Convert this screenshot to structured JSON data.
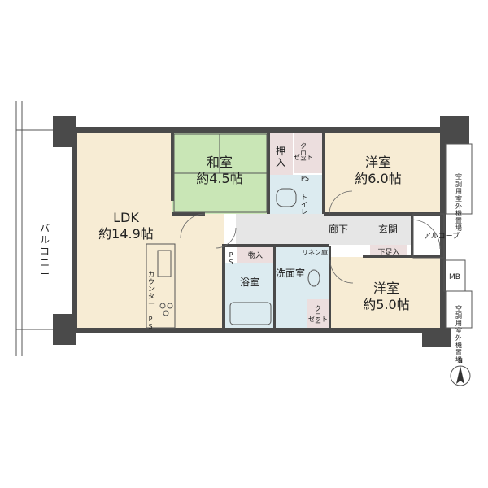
{
  "rooms": {
    "ldk": {
      "name": "LDK",
      "area": "約14.9帖"
    },
    "washitsu": {
      "name": "和室",
      "area": "約4.5帖"
    },
    "yoshitsu_north": {
      "name": "洋室",
      "area": "約6.0帖"
    },
    "yoshitsu_south": {
      "name": "洋室",
      "area": "約5.0帖"
    },
    "oshiire": "押入",
    "closet_north": [
      "クロー",
      "ゼット"
    ],
    "closet_south": [
      "クロー",
      "ゼット"
    ],
    "toilet": "トイレ",
    "corridor": "廊下",
    "genkan": "玄関",
    "shitaashiire": "下足入",
    "alcove": "アルコーブ",
    "monoire": "物入",
    "bathroom": "浴室",
    "senmenshitsu": "洗面室",
    "linen": "リネン庫",
    "counter": "カウンター",
    "mb": "MB",
    "ps": "PS",
    "balcony": "バルコニー"
  },
  "outdoor_units": {
    "north": "空調用室外機置場",
    "south": "空調用室外機置場"
  },
  "compass": {
    "label": "N"
  },
  "colors": {
    "ldk_floor": "#f7ecd4",
    "washitsu_floor": "#c9e6b6",
    "yoshitsu_floor": "#f7ecd4",
    "wet_area": "#dcebf0",
    "hall_floor": "#e6e6e6",
    "closet_floor": "#ecdede",
    "wall": "#4a4a4a"
  }
}
